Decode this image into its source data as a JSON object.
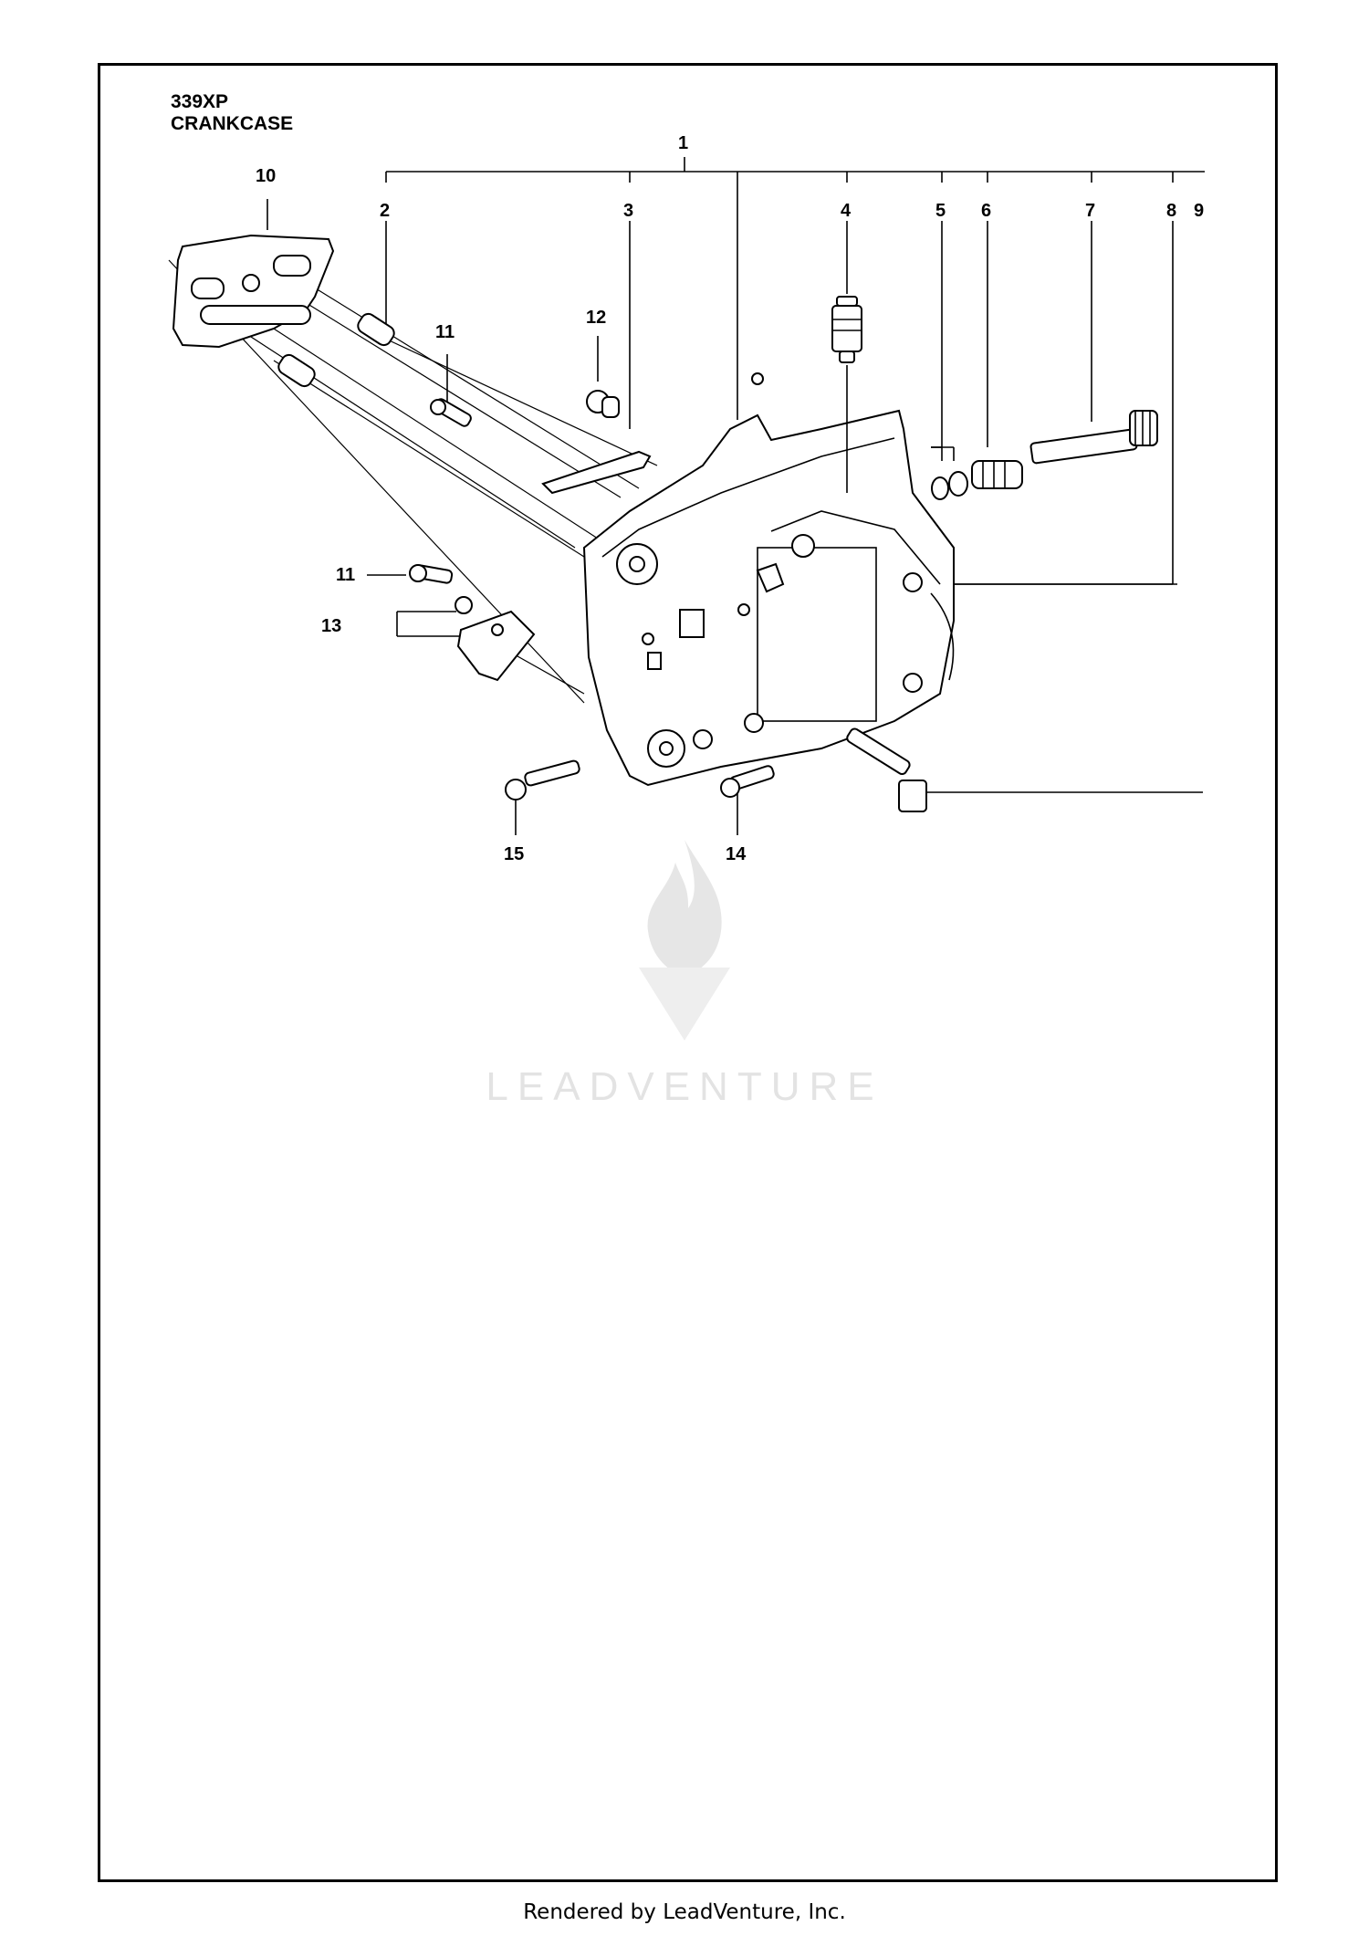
{
  "header": {
    "model": "339XP",
    "section": "CRANKCASE"
  },
  "callouts": [
    "1",
    "2",
    "3",
    "4",
    "5",
    "6",
    "7",
    "8",
    "9",
    "10",
    "11",
    "11",
    "12",
    "13",
    "14",
    "15"
  ],
  "watermark": {
    "brand": "LEADVENTURE"
  },
  "footer": {
    "text": "Rendered by LeadVenture, Inc."
  }
}
